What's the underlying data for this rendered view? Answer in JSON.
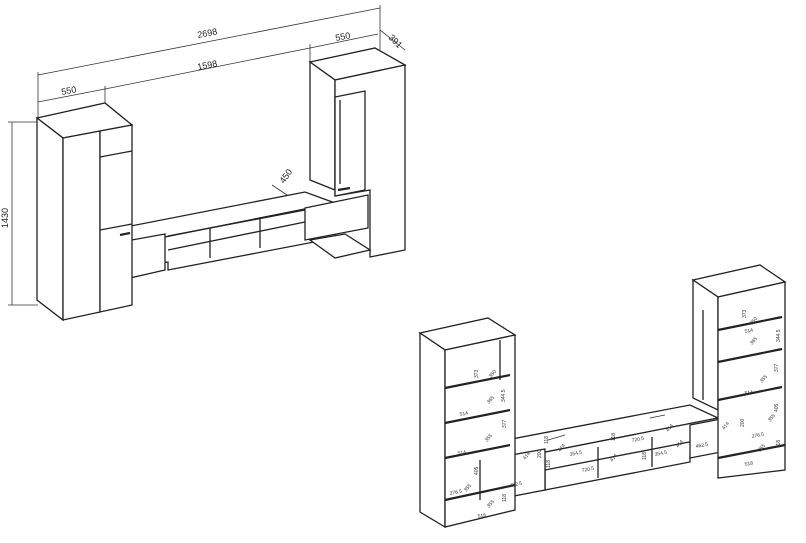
{
  "top_view": {
    "dimensions": {
      "total_width": "2698",
      "left_width": "550",
      "middle_width": "1598",
      "right_width": "550",
      "depth_cabinet": "391",
      "depth_bench": "450",
      "height": "1430"
    }
  },
  "bottom_view": {
    "labels": [
      "373",
      "350",
      "344.5",
      "514",
      "365",
      "377",
      "355",
      "514",
      "405",
      "355",
      "276.5",
      "118",
      "355",
      "518",
      "200",
      "414",
      "462.5",
      "118",
      "118",
      "414",
      "354.5",
      "118",
      "720.5",
      "720.5",
      "414",
      "118",
      "354.5",
      "414",
      "414",
      "373",
      "350",
      "344.5",
      "514",
      "365",
      "377",
      "355",
      "514",
      "405",
      "355",
      "276.5",
      "462.5",
      "414",
      "200",
      "118",
      "355",
      "518"
    ]
  }
}
